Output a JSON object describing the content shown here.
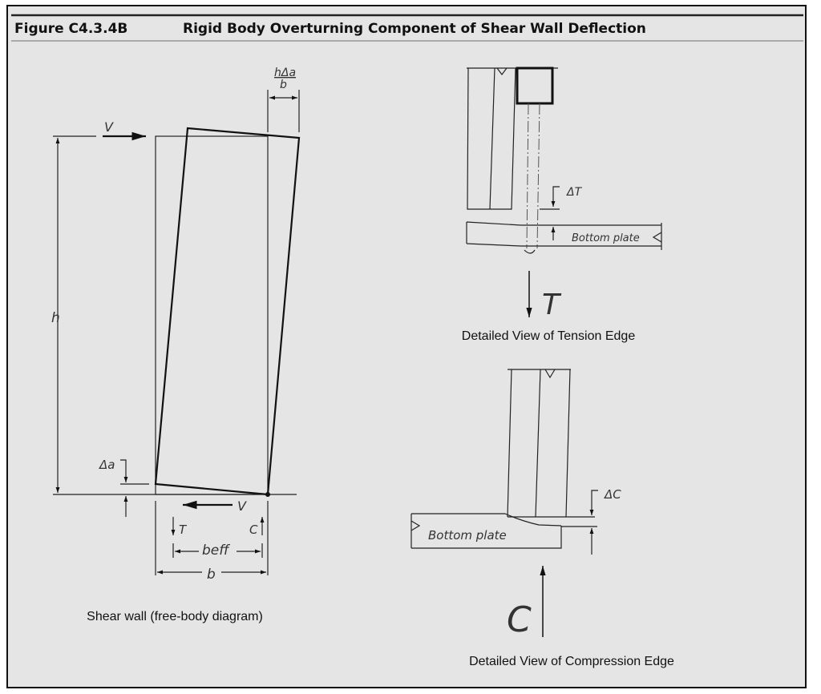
{
  "figure": {
    "number": "Figure C4.3.4B",
    "title": "Rigid Body Overturning Component of Shear Wall Deflection"
  },
  "shear_wall": {
    "caption": "Shear wall (free-body diagram)",
    "labels": {
      "V_top": "V",
      "V_bottom": "V",
      "h": "h",
      "delta_a": "Δa",
      "h_delta_num": "hΔa",
      "h_delta_den": "b",
      "T": "T",
      "C": "C",
      "b_eff": "beff",
      "b": "b"
    }
  },
  "tension_detail": {
    "caption": "Detailed View of Tension Edge",
    "plate_label": "Bottom plate",
    "delta_label": "ΔT",
    "force_label": "T"
  },
  "compression_detail": {
    "caption": "Detailed View of Compression Edge",
    "plate_label": "Bottom plate",
    "delta_label": "ΔC",
    "force_label": "C"
  }
}
